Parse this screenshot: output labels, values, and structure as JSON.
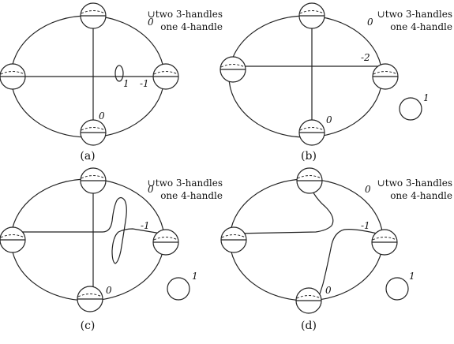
{
  "panels": [
    {
      "label": "(a)",
      "frame_coef": "0",
      "horizontal_coef": "-1",
      "small_loop_coef": "1",
      "bottom_coef": "0",
      "handles_line1": "∪two 3-handles",
      "handles_line2": "one 4-handle"
    },
    {
      "label": "(b)",
      "frame_coef": "0",
      "horizontal_coef": "-2",
      "unknot_coef": "1",
      "bottom_coef": "0",
      "handles_line1": "∪two 3-handles",
      "handles_line2": "one 4-handle"
    },
    {
      "label": "(c)",
      "frame_coef": "0",
      "horizontal_coef": "-1",
      "unknot_coef": "1",
      "bottom_coef": "0",
      "handles_line1": "∪two 3-handles",
      "handles_line2": "one 4-handle"
    },
    {
      "label": "(d)",
      "frame_coef": "0",
      "horizontal_coef": "-1",
      "unknot_coef": "1",
      "bottom_coef": "0",
      "handles_line1": "∪two 3-handles",
      "handles_line2": "one 4-handle"
    }
  ]
}
